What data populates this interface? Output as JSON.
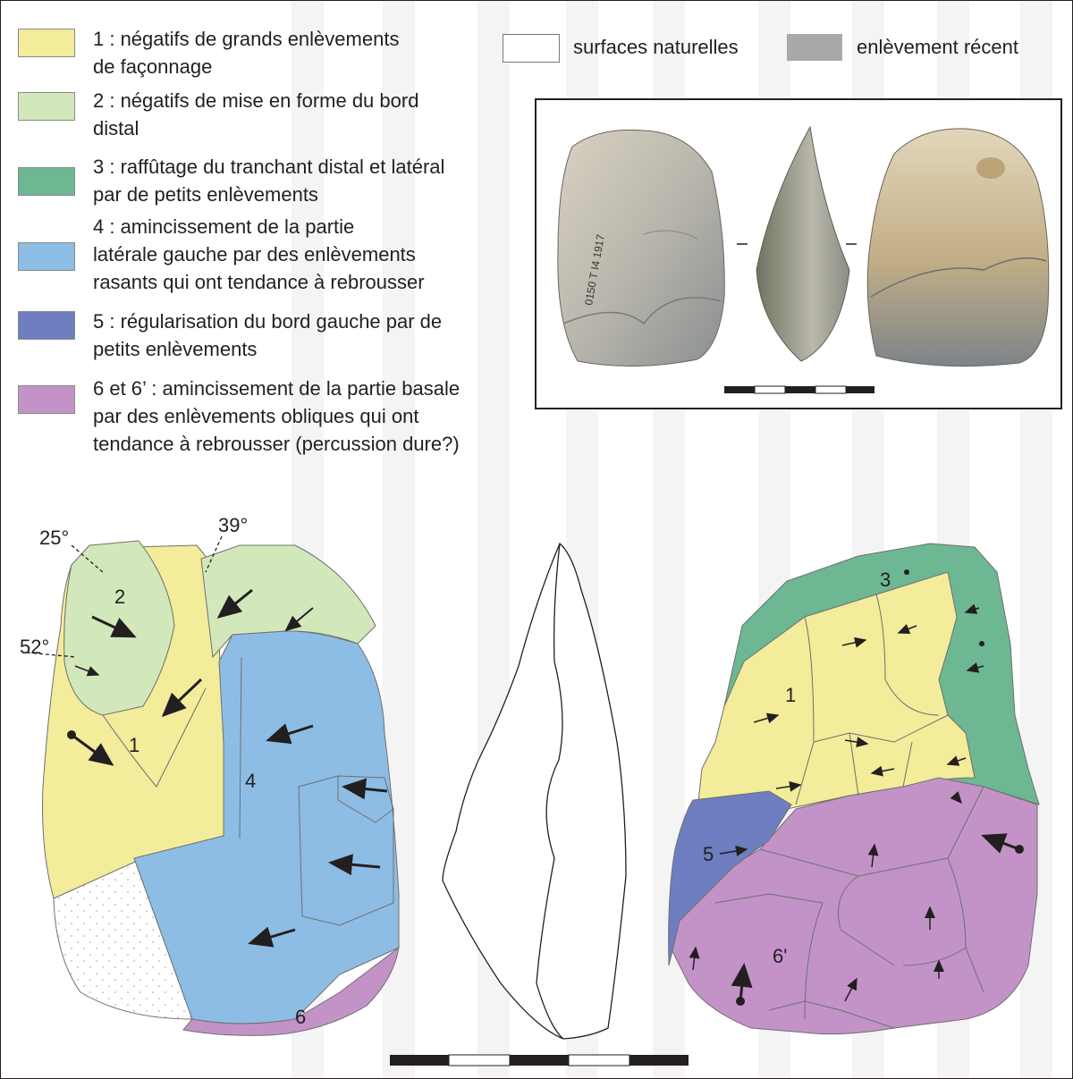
{
  "legend": {
    "items": [
      {
        "id": "1",
        "color": "#f2ec9b",
        "lines": [
          "1  : négatifs de grands enlèvements",
          "de façonnage"
        ]
      },
      {
        "id": "2",
        "color": "#d2e8bb",
        "lines": [
          "2 : négatifs de mise en forme du bord",
          "distal"
        ]
      },
      {
        "id": "3",
        "color": "#6db793",
        "lines": [
          "3 : raffûtage du tranchant distal et latéral",
          "par de petits enlèvements"
        ]
      },
      {
        "id": "4",
        "color": "#8dbde5",
        "lines": [
          "4 :  amincissement de la partie",
          "latérale gauche par des enlèvements",
          "rasants qui ont tendance à rebrousser"
        ]
      },
      {
        "id": "5",
        "color": "#6e7ec0",
        "lines": [
          "5 : régularisation du bord gauche par de",
          "petits enlèvements"
        ]
      },
      {
        "id": "6",
        "color": "#c393c8",
        "lines": [
          "6 et 6’ : amincissement de la partie basale",
          " par des enlèvements obliques qui ont",
          "tendance à rebrousser (percussion dure?)"
        ]
      }
    ],
    "natural_surfaces": {
      "label": "surfaces naturelles",
      "color": "#ffffff"
    },
    "recent_removal": {
      "label": "enlèvement récent",
      "color": "#a9a9a9"
    }
  },
  "angles": {
    "a25": "25°",
    "a39": "39°",
    "a52": "52°"
  },
  "zone_labels": {
    "left_1": "1",
    "left_2": "2",
    "left_4": "4",
    "left_6": "6",
    "right_1": "1",
    "right_3": "3",
    "right_5": "5",
    "right_6p": "6'"
  },
  "photo_dash": "–"
}
